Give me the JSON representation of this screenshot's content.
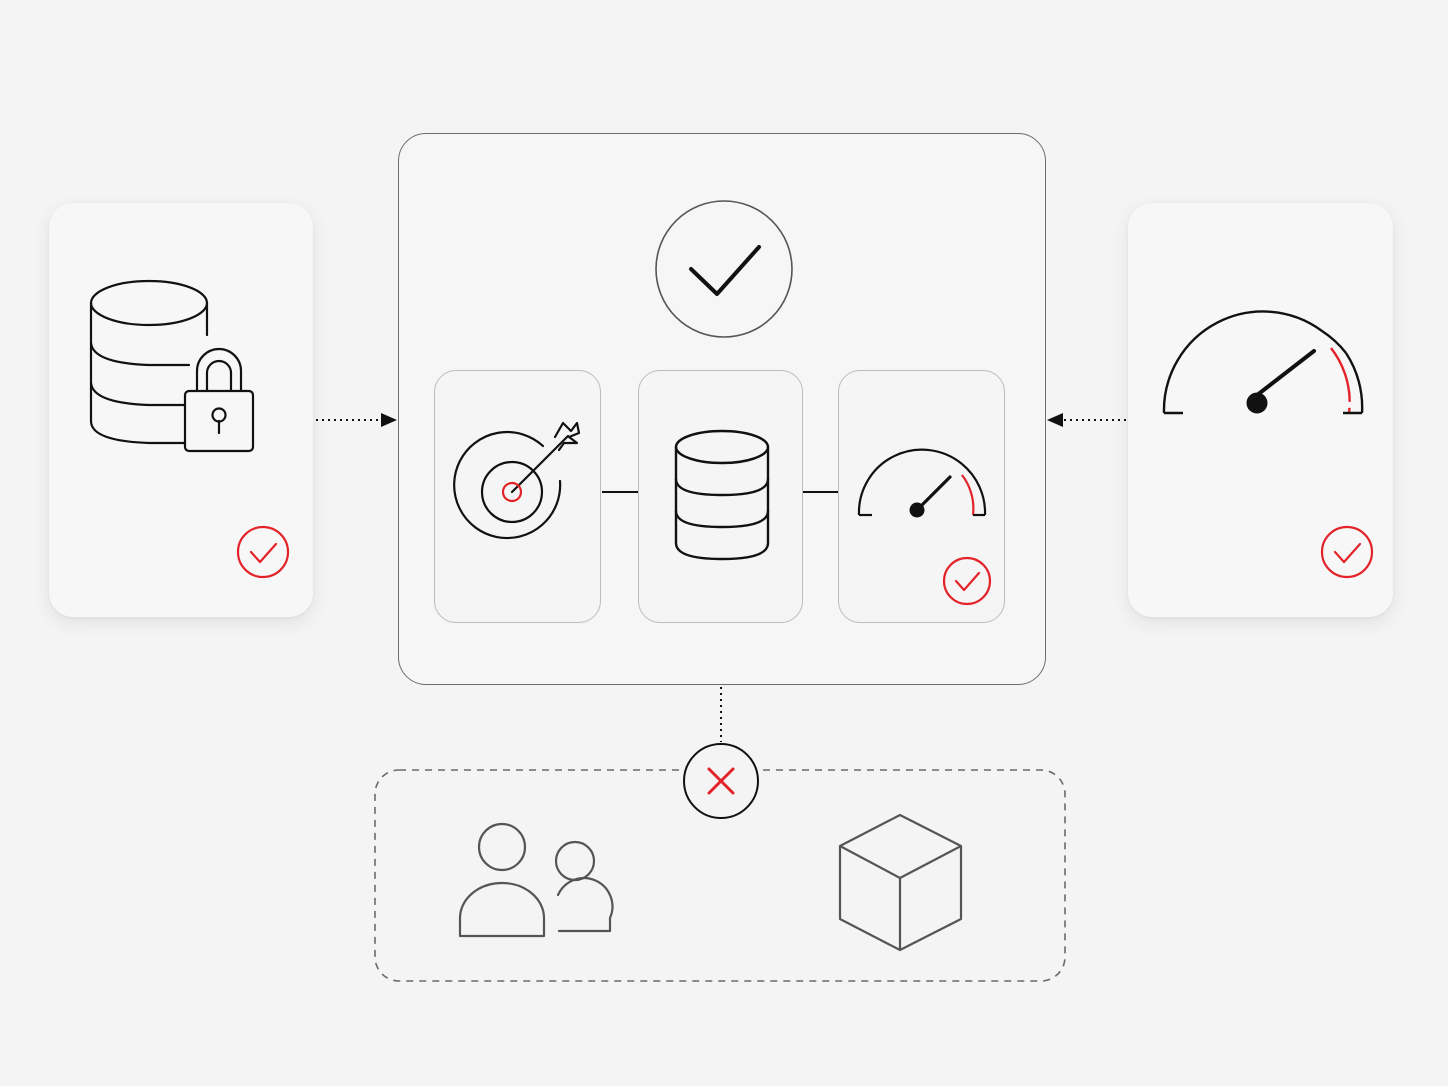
{
  "diagram": {
    "colors": {
      "background": "#f4f4f4",
      "stroke": "#111111",
      "muted_stroke": "#6a6a6a",
      "accent": "#e3232a"
    },
    "nodes": [
      {
        "id": "secure-database",
        "icon": "database-lock-icon",
        "status": "check"
      },
      {
        "id": "central-system",
        "icon": "check-circle-icon",
        "status": "check",
        "components": [
          {
            "id": "target",
            "icon": "target-arrow-icon"
          },
          {
            "id": "database",
            "icon": "database-icon"
          },
          {
            "id": "speed",
            "icon": "speedometer-icon",
            "status": "check"
          }
        ]
      },
      {
        "id": "performance",
        "icon": "speedometer-icon",
        "status": "check"
      },
      {
        "id": "excluded-group",
        "icon": "x-circle-icon",
        "status": "excluded",
        "items": [
          {
            "id": "users",
            "icon": "users-icon"
          },
          {
            "id": "package",
            "icon": "cube-icon"
          }
        ]
      }
    ],
    "edges": [
      {
        "from": "secure-database",
        "to": "central-system",
        "style": "dotted-arrow"
      },
      {
        "from": "performance",
        "to": "central-system",
        "style": "dotted-arrow"
      },
      {
        "from": "central-system",
        "to": "excluded-group",
        "style": "dotted"
      }
    ]
  }
}
